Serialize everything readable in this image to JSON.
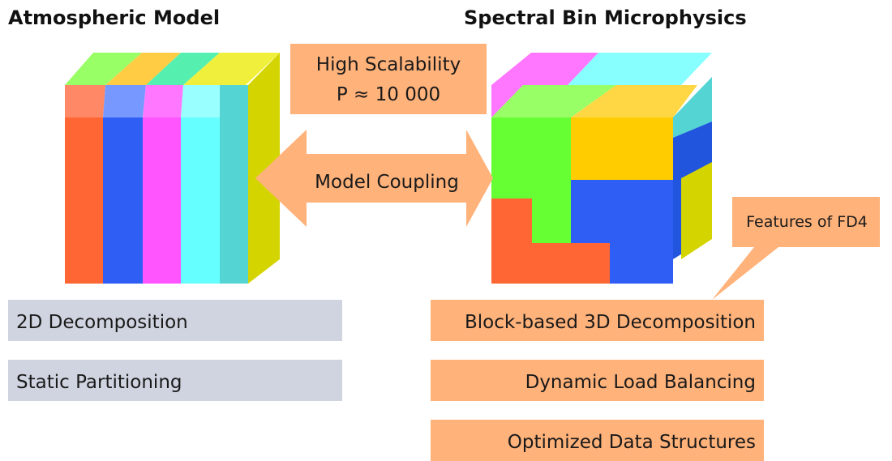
{
  "titles": {
    "left": "Atmospheric Model",
    "right": "Spectral Bin Microphysics"
  },
  "scalability": {
    "line1": "High Scalability",
    "line2": "P ≈ 10 000"
  },
  "coupling": {
    "label": "Model Coupling"
  },
  "callout": {
    "label": "Features of FD4"
  },
  "left_features": [
    "2D Decomposition",
    "Static Partitioning"
  ],
  "right_features": [
    "Block-based 3D Decomposition",
    "Dynamic Load Balancing",
    "Optimized Data Structures"
  ],
  "colors": {
    "orange_box": "#ffb27a",
    "gray_box": "#d0d4e0",
    "cube_orange": "#ff6633",
    "cube_blue": "#2f5ef5",
    "cube_magenta": "#ff55ff",
    "cube_cyan": "#66ffff",
    "cube_yellow": "#d4d400",
    "cube_green": "#66ff33",
    "cube_gold": "#ffcc00"
  }
}
